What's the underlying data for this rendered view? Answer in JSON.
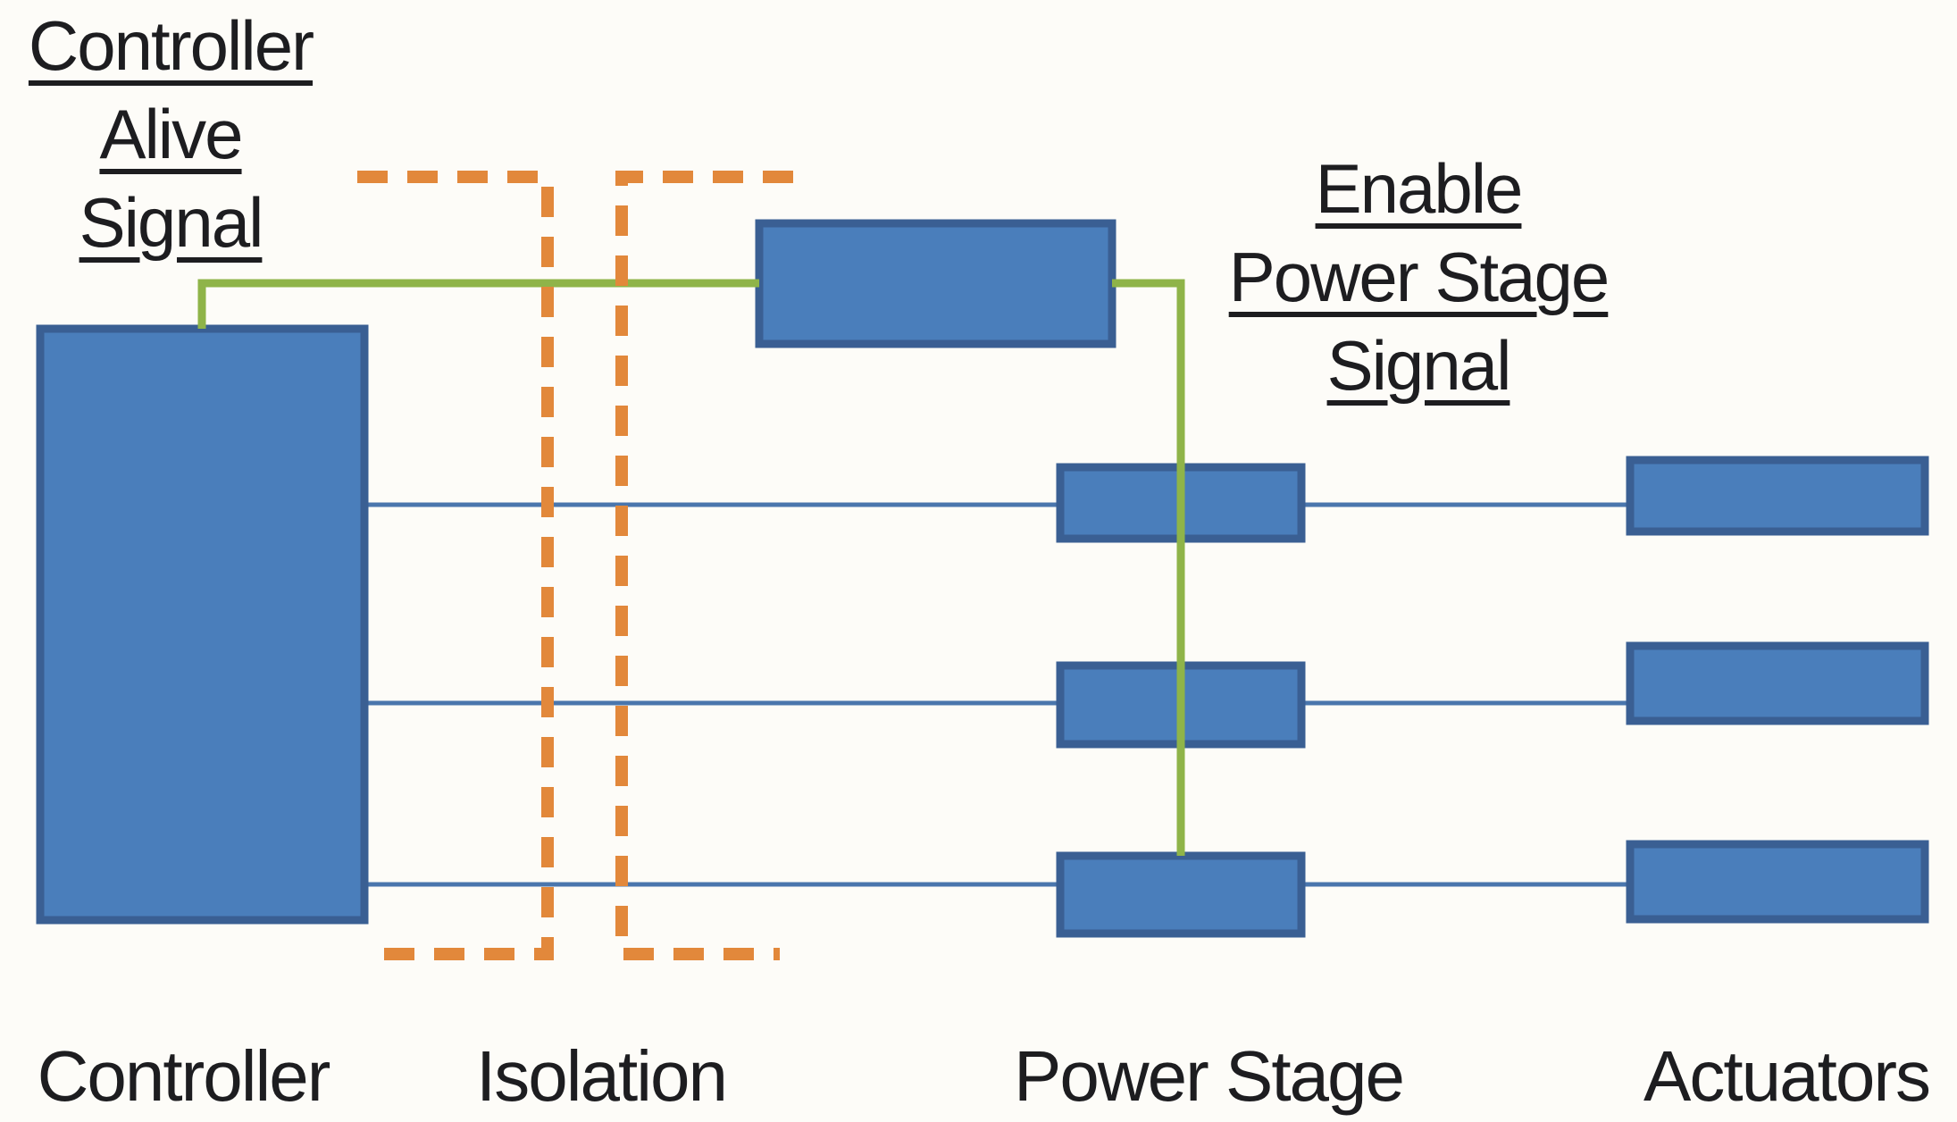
{
  "colors": {
    "background": "#fdfcf8",
    "box_fill": "#4a7ebb",
    "box_border": "#3a5f93",
    "signal_green": "#8fb449",
    "isolation_orange": "#e2883b",
    "connector_blue": "#4a76ad",
    "label_text": "#1d1d20"
  },
  "annotations": {
    "controller_alive_signal": {
      "lines": [
        "Controller",
        "Alive",
        "Signal"
      ]
    },
    "enable_power_stage_signal": {
      "lines": [
        "Enable",
        "Power Stage",
        "Signal"
      ]
    }
  },
  "column_labels": [
    {
      "label": "Controller"
    },
    {
      "label": "Isolation"
    },
    {
      "label": "Power Stage"
    },
    {
      "label": "Actuators"
    }
  ],
  "structure": {
    "controller_blocks": 1,
    "watchdog_blocks": 1,
    "power_stage_blocks": 3,
    "actuator_blocks": 3,
    "signal_channels": 3
  }
}
